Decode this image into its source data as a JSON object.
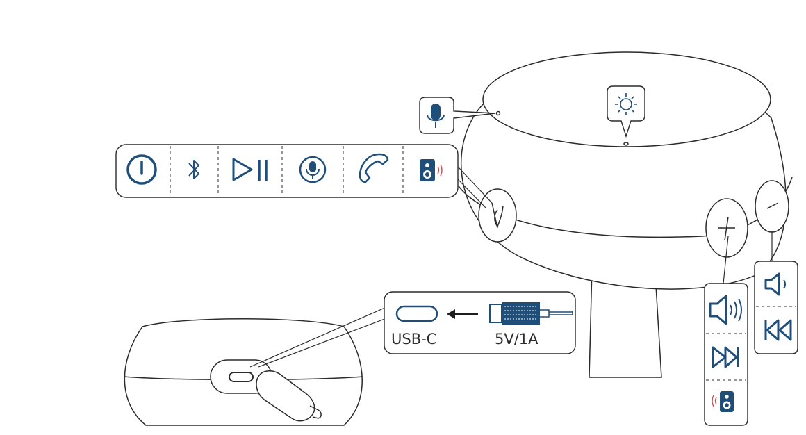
{
  "labels": {
    "usb_port": "USB-C",
    "power_spec": "5V/1A"
  },
  "icons": {
    "control_strip": [
      "power-icon",
      "bluetooth-icon",
      "play-pause-icon",
      "voice-assistant-icon",
      "phone-icon",
      "speaker-pairing-icon"
    ],
    "volume_up_callout": [
      "volume-up-icon",
      "next-track-icon",
      "speaker-pairing-icon"
    ],
    "volume_down_callout": [
      "volume-down-icon",
      "previous-track-icon"
    ],
    "top_callouts": [
      "microphone-icon",
      "light-icon"
    ],
    "speaker_buttons": [
      "multifunction-button",
      "volume-up-button",
      "volume-down-button"
    ]
  },
  "colors": {
    "icon_blue": "#1f4e79",
    "outline": "#2b2b2b",
    "indicator_red": "#e04848"
  }
}
